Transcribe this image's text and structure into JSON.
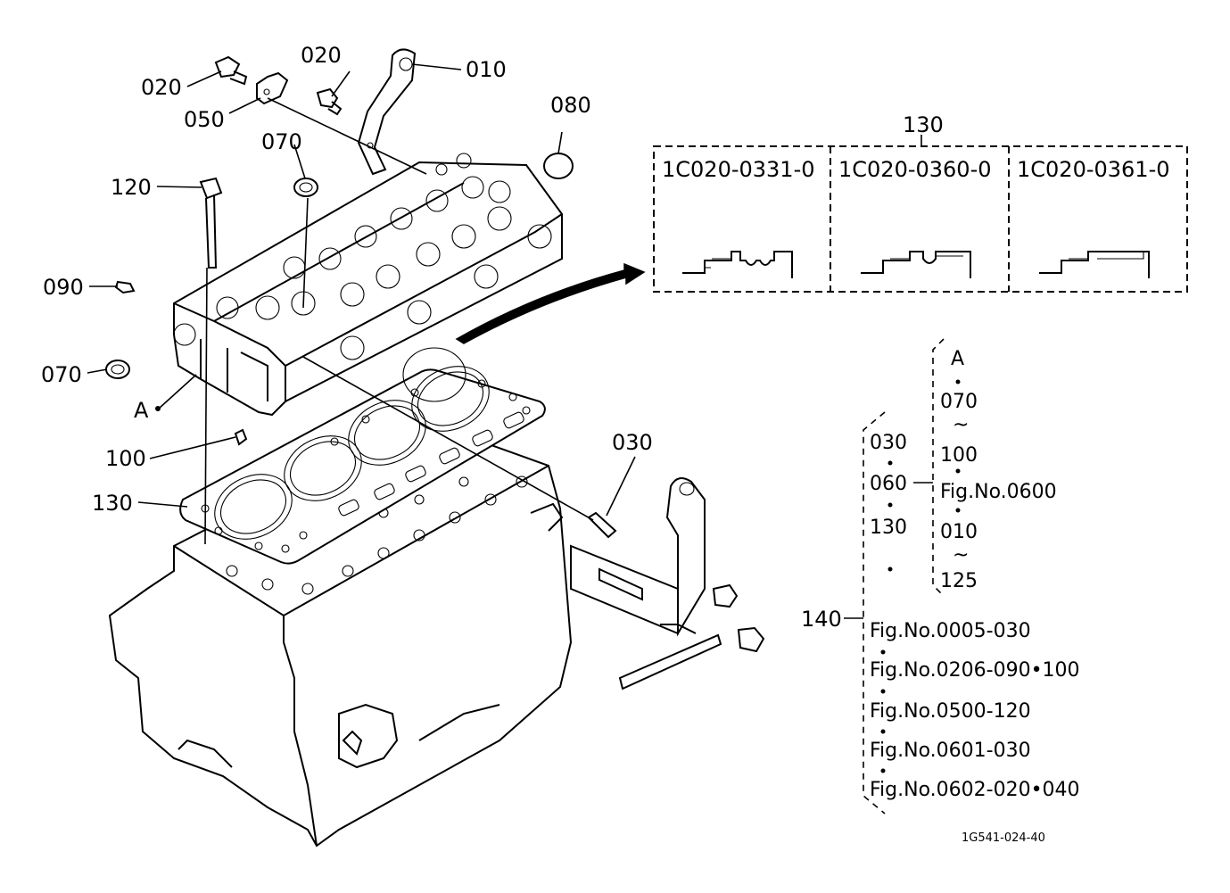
{
  "callouts": {
    "c010": "010",
    "c020a": "020",
    "c020b": "020",
    "c030": "030",
    "c050": "050",
    "c070a": "070",
    "c070b": "070",
    "c080": "080",
    "c090": "090",
    "c100": "100",
    "c120": "120",
    "c130a": "130",
    "c130b": "130",
    "c140": "140",
    "cA": "A"
  },
  "variants": [
    {
      "code": "1C020-0331-0"
    },
    {
      "code": "1C020-0360-0"
    },
    {
      "code": "1C020-0361-0"
    }
  ],
  "legend": {
    "right_group": [
      "A",
      "070",
      "~",
      "100",
      "Fig.No.0600",
      "010",
      "~",
      "125"
    ],
    "left_group": [
      "030",
      "060",
      "130"
    ],
    "references": [
      "Fig.No.0005-030",
      "Fig.No.0206-090•100",
      "Fig.No.0500-120",
      "Fig.No.0601-030",
      "Fig.No.0602-020•040"
    ]
  },
  "drawing_code": "1G541-024-40"
}
